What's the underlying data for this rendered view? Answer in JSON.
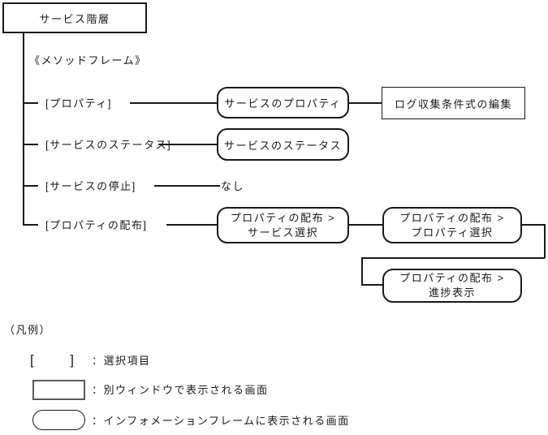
{
  "colors": {
    "ink": "#1a1a1a",
    "background": "#ffffff",
    "legend_window_box_border": "#5a5a5a"
  },
  "tree": {
    "root_label": "サービス階層",
    "frame_label": "《メソッドフレーム》",
    "branches": [
      {
        "item_label": "[プロパティ]"
      },
      {
        "item_label": "[サービスのステータス]"
      },
      {
        "item_label": "[サービスの停止]"
      },
      {
        "item_label": "[プロパティの配布]"
      }
    ]
  },
  "screens": {
    "service_properties": "サービスのプロパティ",
    "log_condition_edit": "ログ収集条件式の編集",
    "service_status": "サービスのステータス",
    "none": "なし",
    "dist_service_select": {
      "line1": "プロパティの配布 >",
      "line2": "サービス選択"
    },
    "dist_property_select": {
      "line1": "プロパティの配布 >",
      "line2": "プロパティ選択"
    },
    "dist_progress": {
      "line1": "プロパティの配布 >",
      "line2": "進捗表示"
    }
  },
  "legend": {
    "title": "（凡例）",
    "bracket_open": "[",
    "bracket_close": "]",
    "selection_label": "：選択項目",
    "window_label": "：別ウィンドウで表示される画面",
    "info_frame_label": "：インフォメーションフレームに表示される画面"
  }
}
